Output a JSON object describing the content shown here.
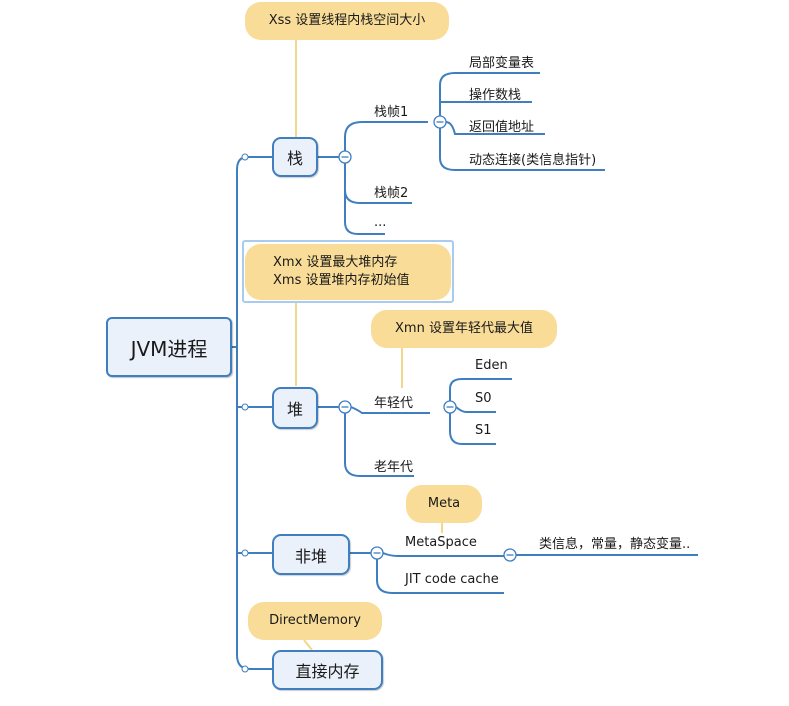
{
  "root": {
    "label": "JVM进程"
  },
  "branches": {
    "stack": {
      "label": "栈",
      "note": "Xss 设置线程内栈空间大小",
      "frame1": "栈帧1",
      "frame1_items": [
        "局部变量表",
        "操作数栈",
        "返回值地址",
        "动态连接(类信息指针)"
      ],
      "frame2": "栈帧2",
      "more": "..."
    },
    "heap": {
      "label": "堆",
      "note_line1": "Xmx 设置最大堆内存",
      "note_line2": "Xms  设置堆内存初始值",
      "young": "年轻代",
      "young_note": "Xmn 设置年轻代最大值",
      "young_items": [
        "Eden",
        "S0",
        "S1"
      ],
      "old": "老年代"
    },
    "nonheap": {
      "label": "非堆",
      "meta_note": "Meta",
      "metaspace": "MetaSpace",
      "metaspace_content": "类信息，常量，静态变量..",
      "jit": "JIT code cache"
    },
    "direct": {
      "label": "直接内存",
      "note": "DirectMemory"
    }
  },
  "colors": {
    "branch_line": "#3f7fbf",
    "callout_line": "#f3d58c",
    "callout_fill": "#f8dc98",
    "node_fill": "#eaf1fb",
    "selection_border": "#a9cbee"
  },
  "icons": [
    "collapse-icon",
    "connector-dot-icon"
  ]
}
